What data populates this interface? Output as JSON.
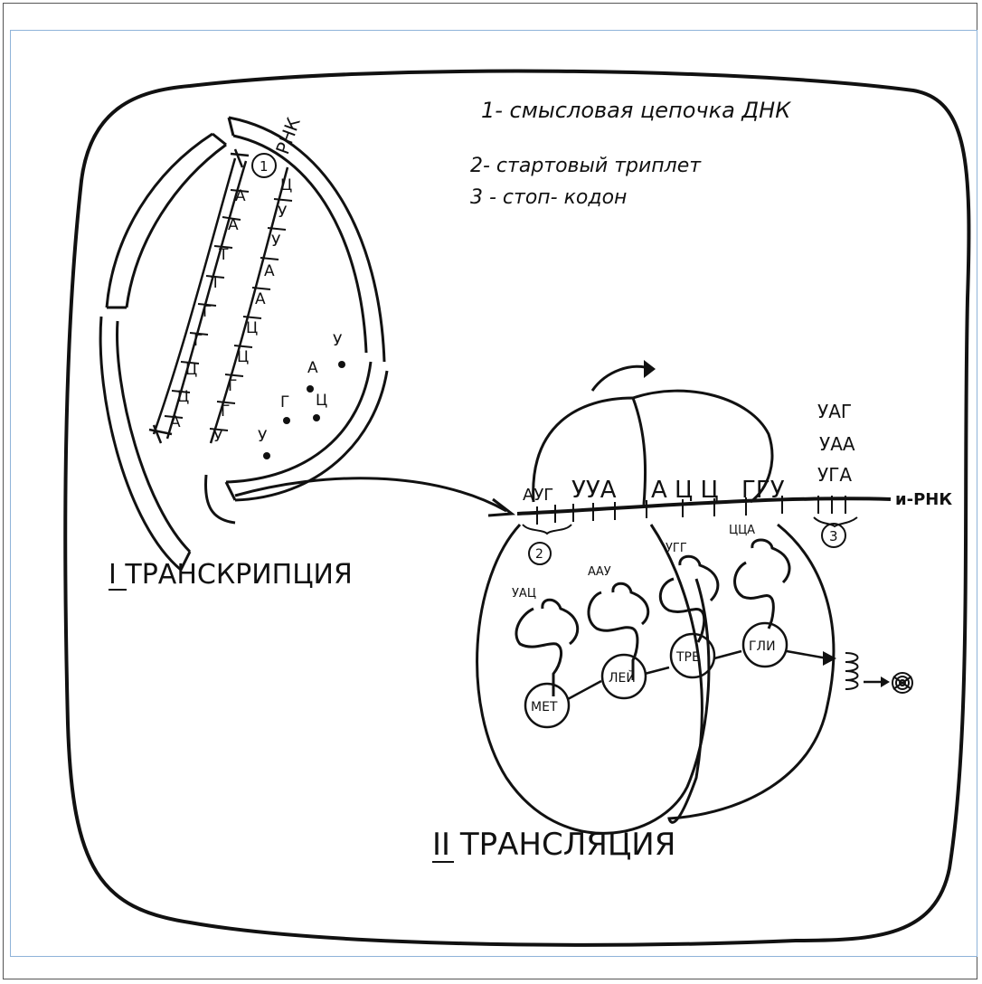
{
  "legend": {
    "item1": "1- смысловая цепочка ДНК",
    "item2": "2- стартовый триплет",
    "item3": "3 - стоп- кодон"
  },
  "labels": {
    "rnk": "РНК",
    "irnk": "и-РНК",
    "transcription": "I ТРАНСКРИПЦИЯ",
    "translation": "II ТРАНСЛЯЦИЯ"
  },
  "markers": {
    "m1": "1",
    "m2": "2",
    "m3": "3"
  },
  "dna": {
    "strand_left": [
      "А",
      "А",
      "Т",
      "Т",
      "Г",
      "Г",
      "Ц",
      "Ц",
      "А"
    ],
    "strand_right": [
      "Ц",
      "У",
      "У",
      "А",
      "А",
      "Ц",
      "Ц",
      "Г",
      "Г",
      "У"
    ],
    "free_nucleotides": [
      "У",
      "А",
      "Г",
      "Ц",
      "У"
    ]
  },
  "mrna": {
    "codons": [
      "АУГ",
      "УУА",
      "А Ц Ц",
      "ГГУ",
      "УГА"
    ],
    "stop_codons_stack": [
      "УАГ",
      "УАА"
    ]
  },
  "trna": {
    "anticodons": [
      "УАЦ",
      "ААУ",
      "УГГ",
      "ЦЦА"
    ],
    "amino_acids": [
      "МЕТ",
      "ЛЕЙ",
      "ТРЕ",
      "ГЛИ"
    ]
  }
}
